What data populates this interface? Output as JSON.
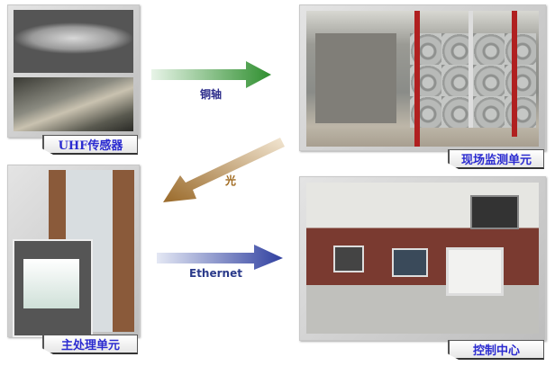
{
  "labels": {
    "uhf_sensor": "UHF传感器",
    "site_monitoring": "现场监测单元",
    "main_processing": "主处理单元",
    "control_center": "控制中心"
  },
  "links": {
    "coax": "铜轴",
    "optical": "光",
    "ethernet": "Ethernet"
  },
  "colors": {
    "label_text": "#2b2bd0",
    "coax_arrow": "#3a9a3a",
    "optical_arrow": "#a87a3a",
    "ethernet_arrow": "#3a4aa8"
  }
}
